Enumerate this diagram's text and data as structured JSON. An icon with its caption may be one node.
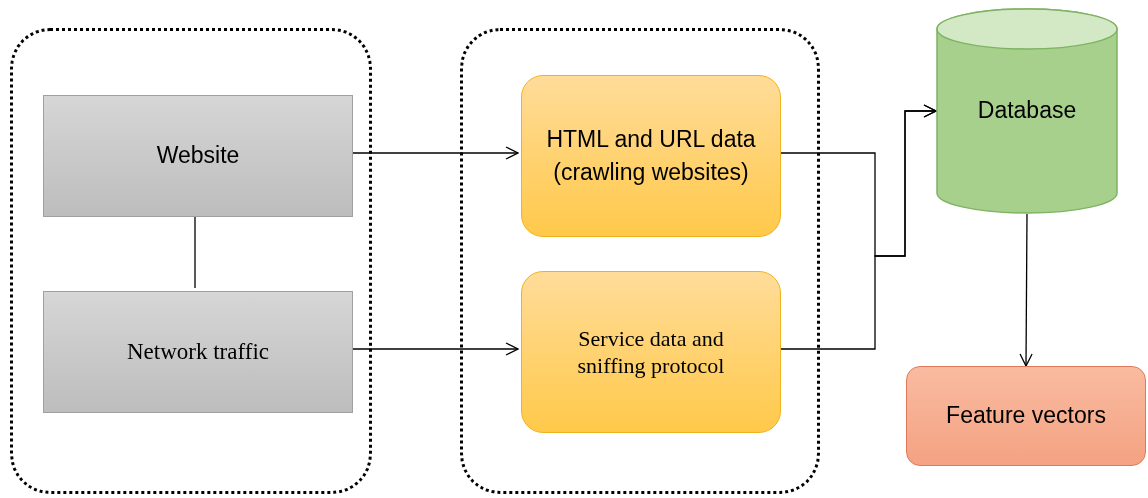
{
  "diagram": {
    "nodes": [
      {
        "text": [],
        "shape": "box"
      },
      {
        "text": [
          "Website"
        ],
        "in": 0
      },
      {
        "text": [
          "Network traffic"
        ],
        "in": 0
      },
      {
        "text": [],
        "shape": "box"
      },
      {
        "text": [
          "HTML and URL data (crawling websites)"
        ],
        "in": 3
      },
      {
        "text": [
          "Service data and sniffing protocol"
        ],
        "in": 3
      },
      {
        "text": [
          "Database"
        ]
      },
      {
        "text": [
          "Feature vectors"
        ]
      }
    ],
    "edges": [
      {
        "from": 1,
        "to": 2,
        "arrow": "none"
      },
      {
        "from": 1,
        "to": 4,
        "arrow": "to"
      },
      {
        "from": 2,
        "to": 5,
        "arrow": "to"
      },
      {
        "from": 4,
        "to": 6,
        "arrow": "to"
      },
      {
        "from": 5,
        "to": 6,
        "arrow": "to"
      },
      {
        "from": 6,
        "to": 7,
        "arrow": "to"
      }
    ]
  }
}
